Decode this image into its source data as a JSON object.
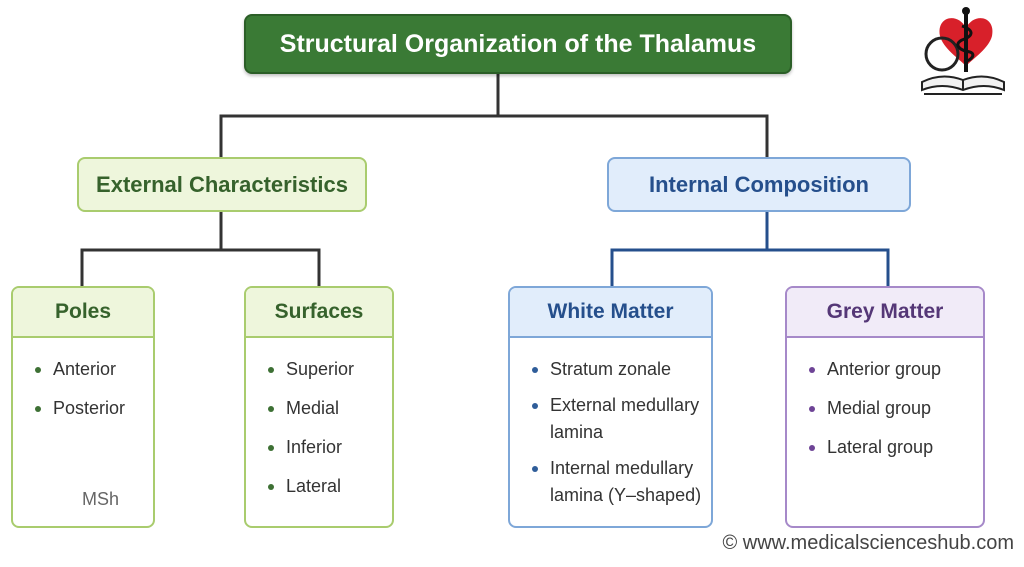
{
  "title": "Structural Organization of the Thalamus",
  "external": {
    "label": "External Characteristics",
    "poles": {
      "label": "Poles",
      "items": [
        "Anterior",
        "Posterior"
      ]
    },
    "surfaces": {
      "label": "Surfaces",
      "items": [
        "Superior",
        "Medial",
        "Inferior",
        "Lateral"
      ]
    }
  },
  "internal": {
    "label": "Internal Composition",
    "white_matter": {
      "label": "White Matter",
      "items": [
        "Stratum zonale",
        "External medullary lamina",
        "Internal medullary lamina (Y–shaped)"
      ]
    },
    "grey_matter": {
      "label": "Grey Matter",
      "items": [
        "Anterior group",
        "Medial group",
        "Lateral group"
      ]
    }
  },
  "watermark": "MSh",
  "copyright": "© www.medicalscienceshub.com",
  "colors": {
    "title_bg": "#3a7a35",
    "external_accent": "#a9cc6e",
    "internal_accent": "#7ea7d8",
    "grey_accent": "#a689c9",
    "connector_dark": "#333333",
    "connector_blue": "#254f8c"
  },
  "icons": {
    "logo": "heart-caduceus-book-logo"
  }
}
